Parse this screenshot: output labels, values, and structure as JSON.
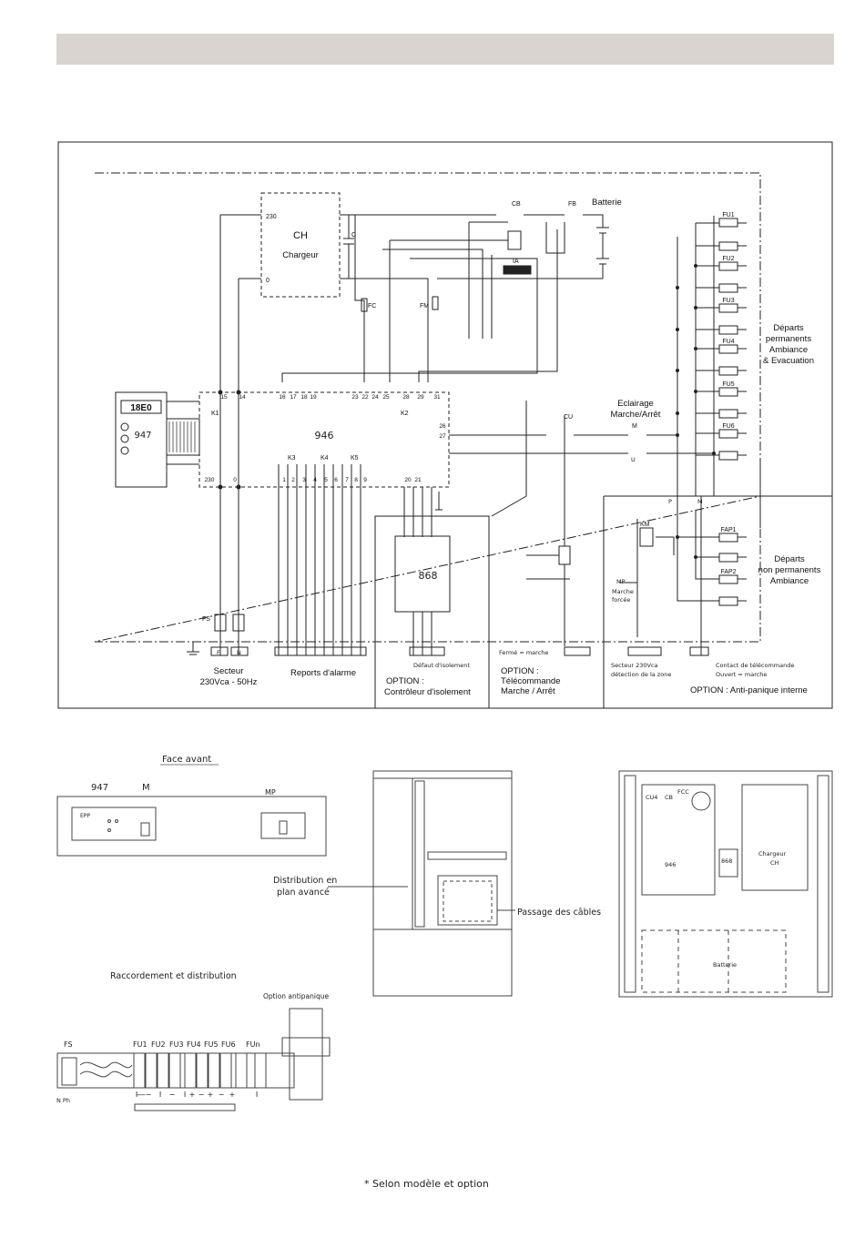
{
  "schematic": {
    "chargeur": {
      "code": "CH",
      "label": "Chargeur",
      "term_230": "230",
      "term_0": "0"
    },
    "batterie": "Batterie",
    "relay_labels": {
      "cb": "CB",
      "fb": "FB",
      "ia": "IA",
      "fc": "FC",
      "fm": "FM",
      "c": "C",
      "cu": "CU",
      "m": "M",
      "k1": "K1",
      "k2": "K2",
      "k3": "K3",
      "k4": "K4",
      "k5": "K5",
      "km": "KM"
    },
    "module_946": "946",
    "module_947": "947",
    "display_readout": "18E0",
    "terminals_top": [
      "15",
      "14",
      "16",
      "17",
      "18",
      "19",
      "23",
      "22",
      "24",
      "25",
      "28",
      "29",
      "31",
      "26",
      "27"
    ],
    "terminals_bottom": [
      "230",
      "0",
      "1",
      "2",
      "3",
      "4",
      "5",
      "6",
      "7",
      "8",
      "9",
      "20",
      "21"
    ],
    "fuses_permanent": [
      "FU1",
      "FU2",
      "FU3",
      "FU4",
      "FU5",
      "FU6"
    ],
    "fuses_non_permanent": [
      "FAP1",
      "FAP2"
    ],
    "departs_permanents": [
      "Départs",
      "permanents",
      "Ambiance",
      "& Evacuation"
    ],
    "departs_non_permanents": [
      "Départs",
      "non permanents",
      "Ambiance"
    ],
    "eclairage": [
      "Eclairage",
      "Marche/Arrêt"
    ],
    "secteur": [
      "Secteur",
      "230Vca - 50Hz"
    ],
    "reports_alarme": "Reports d'alarme",
    "fs": "FS",
    "module_868": "868",
    "option_isolement": [
      "OPTION :",
      "Contrôleur d'isolement"
    ],
    "option_telecommande": [
      "OPTION :",
      "Télécommande",
      "Marche / Arrêt"
    ],
    "option_antipanique": "OPTION : Anti-panique interne",
    "defaut_isolement": "Défaut d'isolement",
    "ferme_marche": "Fermé = marche",
    "secteur_zone": [
      "Secteur 230Vca",
      "détection de la zone"
    ],
    "contact_telecommande": [
      "Contact de télécommande",
      "Ouvert = marche"
    ],
    "mp": "MP",
    "marche_forcee": [
      "Marche",
      "forcée"
    ],
    "terminal_codes": {
      "tf1": "F",
      "tf2": "F",
      "tf3": "N",
      "pm1": "P",
      "pm2": "M",
      "u": "U"
    }
  },
  "face_avant": {
    "title": "Face avant",
    "label_947": "947",
    "label_m": "M",
    "label_mp": "MP",
    "brand": "EPP"
  },
  "cabinet": {
    "distribution_label": [
      "Distribution en",
      "plan avancé"
    ],
    "passage_label": "Passage des câbles"
  },
  "interior": {
    "labels": [
      "CU4",
      "CB",
      "FCC",
      "946",
      "868",
      "Chargeur",
      "CH",
      "Batterie"
    ]
  },
  "raccordement": {
    "title": "Raccordement et distribution",
    "option_label": "Option antipanique",
    "fs": "FS",
    "fuses": [
      "FU1",
      "FU2",
      "FU3",
      "FU4",
      "FU5",
      "FU6"
    ],
    "fuse_np": "FUn",
    "polarity": [
      "I",
      "−",
      "I",
      "−",
      "I",
      "+",
      "−",
      "+",
      "−",
      "+",
      "I"
    ],
    "ground_label": "N Ph"
  },
  "footnote": "* Selon modèle et option"
}
